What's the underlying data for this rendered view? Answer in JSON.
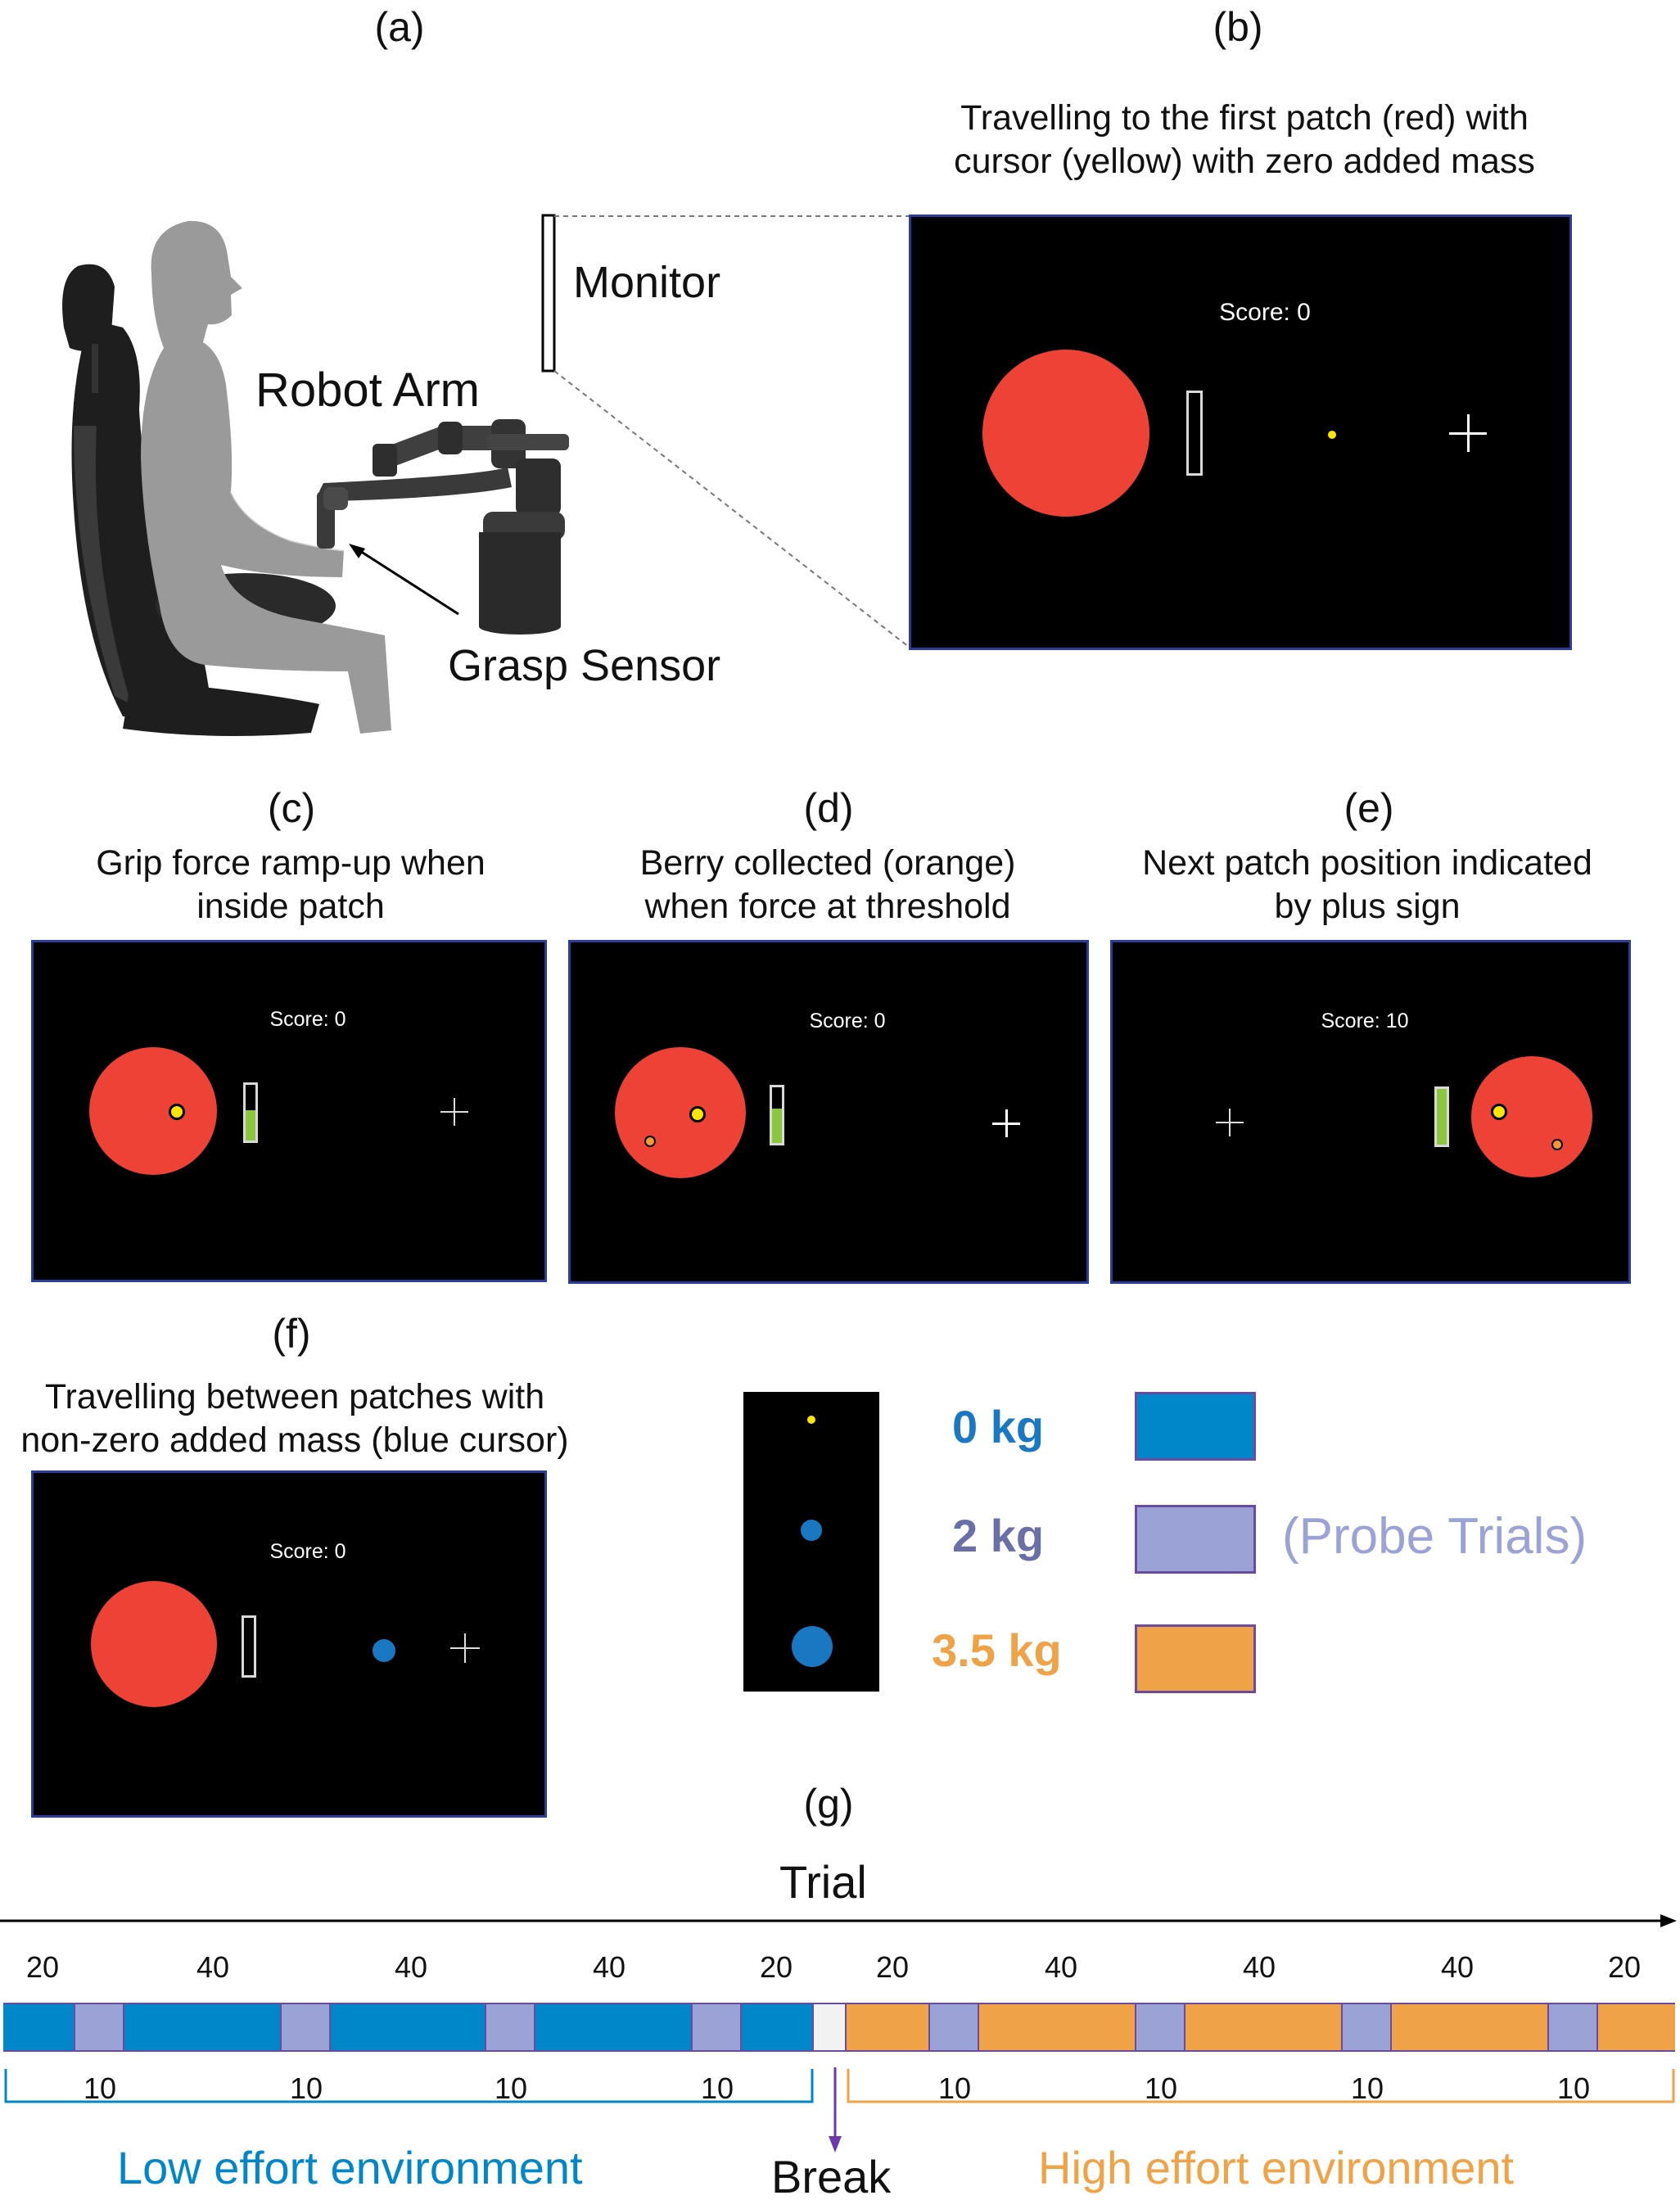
{
  "panel_labels": {
    "a": "(a)",
    "b": "(b)",
    "c": "(c)",
    "d": "(d)",
    "e": "(e)",
    "f": "(f)",
    "g": "(g)"
  },
  "setup": {
    "monitor_label": "Monitor",
    "robot_arm_label": "Robot Arm",
    "grasp_sensor_label": "Grasp Sensor"
  },
  "panel_b": {
    "caption_line1": "Travelling to the first patch (red) with",
    "caption_line2": "cursor (yellow) with zero added mass",
    "score": "Score: 0"
  },
  "panel_c": {
    "caption_line1": "Grip force ramp-up when",
    "caption_line2": "inside patch",
    "score": "Score: 0",
    "force_fill": 0.55
  },
  "panel_d": {
    "caption_line1": "Berry collected (orange)",
    "caption_line2": "when force at threshold",
    "score": "Score: 0",
    "force_fill": 0.62
  },
  "panel_e": {
    "caption_line1": "Next patch position indicated",
    "caption_line2": "by plus sign",
    "score": "Score: 10",
    "force_fill": 1.0
  },
  "panel_f": {
    "caption_line1": "Travelling between patches with",
    "caption_line2": "non-zero added mass (blue cursor)",
    "score": "Score: 0"
  },
  "legend": {
    "mass_0": "0 kg",
    "mass_2": "2 kg",
    "mass_35": "3.5 kg",
    "probe": "(Probe Trials)",
    "colors": {
      "mass_0": "#0087c9",
      "mass_2": "#9ba3d6",
      "mass_35": "#f0a247",
      "probe_text": "#9ba3d6",
      "mass_0_text": "#1a78c2",
      "mass_2_text": "#6a6fa8",
      "mass_35_text": "#f0a247"
    }
  },
  "timeline": {
    "axis_label": "Trial",
    "low_counts": [
      "20",
      "40",
      "40",
      "40",
      "20"
    ],
    "high_counts": [
      "20",
      "40",
      "40",
      "40",
      "20"
    ],
    "probe_counts_low": [
      "10",
      "10",
      "10",
      "10"
    ],
    "probe_counts_high": [
      "10",
      "10",
      "10",
      "10"
    ],
    "low_env_label": "Low effort environment",
    "high_env_label": "High effort environment",
    "break_label": "Break",
    "low_color": "#0087c9",
    "high_color": "#f0a247",
    "probe_color": "#9ba3d6",
    "break_color": "#f2f2f2"
  }
}
